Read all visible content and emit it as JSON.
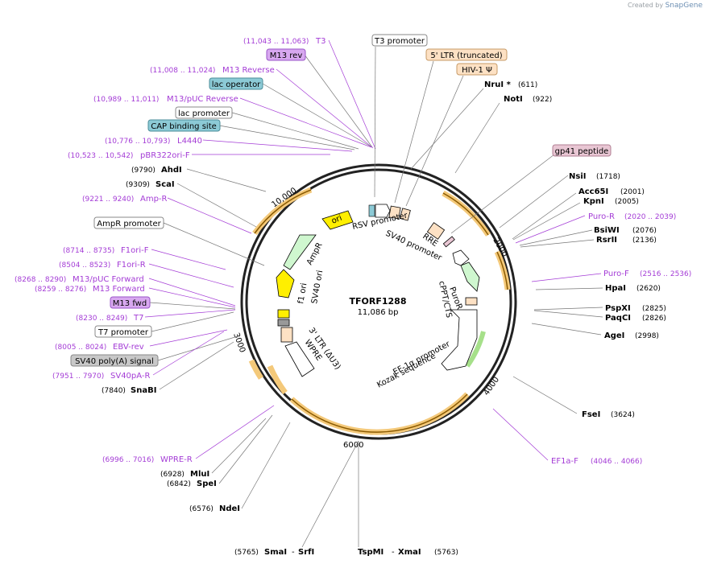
{
  "app": {
    "credit_prefix": "Created by",
    "credit_brand": "SnapGene"
  },
  "plasmid": {
    "name": "TFORF1288",
    "size": "11,086 bp"
  },
  "ticks": [
    "10,000",
    "2000",
    "3000",
    "4000",
    "6000"
  ],
  "boxed_labels": [
    {
      "id": "t3-promoter",
      "text": "T3 promoter",
      "fill": "#ffffff"
    },
    {
      "id": "ltr5",
      "text": "5' LTR (truncated)",
      "fill": "#fde1c4"
    },
    {
      "id": "hiv1",
      "text": "HIV-1 Ψ",
      "fill": "#fde1c4"
    },
    {
      "id": "gp41",
      "text": "gp41 peptide",
      "fill": "#e8c6d3"
    },
    {
      "id": "m13rev",
      "text": "M13 rev",
      "fill": "#d8a8f0"
    },
    {
      "id": "lacop",
      "text": "lac operator",
      "fill": "#8ccad6"
    },
    {
      "id": "lacprom",
      "text": "lac promoter",
      "fill": "#ffffff"
    },
    {
      "id": "cap",
      "text": "CAP binding site",
      "fill": "#8ccad6"
    },
    {
      "id": "ampr-prom",
      "text": "AmpR promoter",
      "fill": "#ffffff"
    },
    {
      "id": "m13fwd",
      "text": "M13 fwd",
      "fill": "#d8a8f0"
    },
    {
      "id": "t7prom",
      "text": "T7 promoter",
      "fill": "#ffffff"
    },
    {
      "id": "sv40pa",
      "text": "SV40 poly(A) signal",
      "fill": "#c8c8c8"
    }
  ],
  "enzymes": [
    {
      "name": "NruI *",
      "pos": "(611)"
    },
    {
      "name": "NotI",
      "pos": "(922)"
    },
    {
      "name": "NsiI",
      "pos": "(1718)"
    },
    {
      "name": "Acc65I",
      "pos": "(2001)"
    },
    {
      "name": "KpnI",
      "pos": "(2005)"
    },
    {
      "name": "BsiWI",
      "pos": "(2076)"
    },
    {
      "name": "RsrII",
      "pos": "(2136)"
    },
    {
      "name": "HpaI",
      "pos": "(2620)"
    },
    {
      "name": "PspXI",
      "pos": "(2825)"
    },
    {
      "name": "PaqCI",
      "pos": "(2826)"
    },
    {
      "name": "AgeI",
      "pos": "(2998)"
    },
    {
      "name": "FseI",
      "pos": "(3624)"
    },
    {
      "name": "AhdI",
      "pos": "(9790)"
    },
    {
      "name": "ScaI",
      "pos": "(9309)"
    },
    {
      "name": "SnaBI",
      "pos": "(7840)"
    },
    {
      "name": "MluI",
      "pos": "(6928)"
    },
    {
      "name": "SpeI",
      "pos": "(6842)"
    },
    {
      "name": "NdeI",
      "pos": "(6576)"
    },
    {
      "name": "SmaI",
      "pos": "(5765)"
    },
    {
      "name": "SrfI",
      "pos": ""
    },
    {
      "name": "TspMI",
      "pos": ""
    },
    {
      "name": "XmaI",
      "pos": "(5763)"
    }
  ],
  "primers": [
    {
      "name": "T3",
      "pos": "(11,043 .. 11,063)"
    },
    {
      "name": "M13 Reverse",
      "pos": "(11,008 .. 11,024)"
    },
    {
      "name": "M13/pUC Reverse",
      "pos": "(10,989 .. 11,011)"
    },
    {
      "name": "L4440",
      "pos": "(10,776 .. 10,793)"
    },
    {
      "name": "pBR322ori-F",
      "pos": "(10,523 .. 10,542)"
    },
    {
      "name": "Amp-R",
      "pos": "(9221 .. 9240)"
    },
    {
      "name": "F1ori-F",
      "pos": "(8714 .. 8735)"
    },
    {
      "name": "F1ori-R",
      "pos": "(8504 .. 8523)"
    },
    {
      "name": "M13/pUC Forward",
      "pos": "(8268 .. 8290)"
    },
    {
      "name": "M13 Forward",
      "pos": "(8259 .. 8276)"
    },
    {
      "name": "T7",
      "pos": "(8230 .. 8249)"
    },
    {
      "name": "EBV-rev",
      "pos": "(8005 .. 8024)"
    },
    {
      "name": "SV40pA-R",
      "pos": "(7951 .. 7970)"
    },
    {
      "name": "WPRE-R",
      "pos": "(6996 .. 7016)"
    },
    {
      "name": "Puro-R",
      "pos": "(2020 .. 2039)"
    },
    {
      "name": "Puro-F",
      "pos": "(2516 .. 2536)"
    },
    {
      "name": "EF1a-F",
      "pos": "(4046 .. 4066)"
    }
  ],
  "features_inner": {
    "ori": "ori",
    "ampr": "AmpR",
    "f1ori": "f1 ori",
    "sv40ori": "SV40 ori",
    "rsv": "RSV promoter",
    "sv40prom": "SV40 promoter",
    "rre": "RRE",
    "puror": "PuroR",
    "cppt": "cPPT/CTS",
    "ef1a": "EF-1α promoter",
    "kozak": "Kozak sequence",
    "ltr3": "3' LTR (ΔU3)",
    "wpre": "WPRE"
  }
}
